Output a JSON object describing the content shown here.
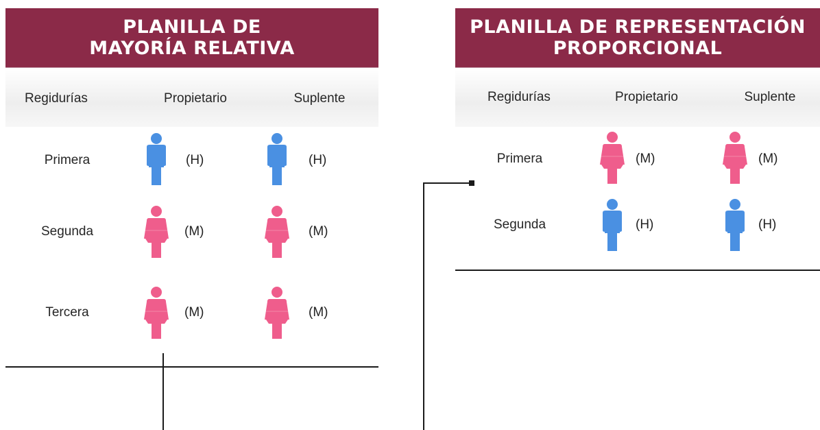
{
  "left_panel": {
    "title_line1": "PLANILLA DE",
    "title_line2": "MAYORÍA RELATIVA",
    "headers": {
      "regidurias": "Regidurías",
      "propietario": "Propietario",
      "suplente": "Suplente"
    },
    "rows": [
      {
        "label": "Primera",
        "propietario": "(H)",
        "suplente": "(H)"
      },
      {
        "label": "Segunda",
        "propietario": "(M)",
        "suplente": "(M)"
      },
      {
        "label": "Tercera",
        "propietario": "(M)",
        "suplente": "(M)"
      }
    ]
  },
  "right_panel": {
    "title_line1": "PLANILLA DE REPRESENTACIÓN",
    "title_line2": "PROPORCIONAL",
    "headers": {
      "regidurias": "Regidurías",
      "propietario": "Propietario",
      "suplente": "Suplente"
    },
    "rows": [
      {
        "label": "Primera",
        "propietario": "(M)",
        "suplente": "(M)"
      },
      {
        "label": "Segunda",
        "propietario": "(H)",
        "suplente": "(H)"
      }
    ]
  },
  "colors": {
    "banner": "#8b2a48",
    "man": "#4a90e2",
    "woman": "#ef5d8c"
  },
  "icons": {
    "man": "man-icon",
    "woman": "woman-icon"
  }
}
